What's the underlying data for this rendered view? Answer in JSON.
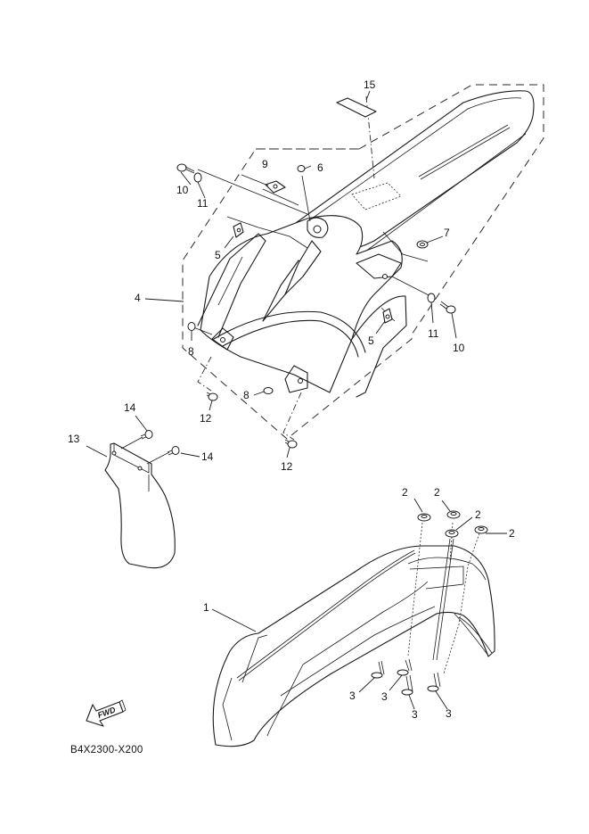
{
  "diagram": {
    "code": "B4X2300-X200",
    "fwd_label": "FWD",
    "callouts": [
      {
        "id": "c15",
        "num": "15",
        "part": "label"
      },
      {
        "id": "c10a",
        "num": "10",
        "part": "bolt"
      },
      {
        "id": "c11a",
        "num": "11",
        "part": "washer"
      },
      {
        "id": "c9",
        "num": "9",
        "part": "nut plate"
      },
      {
        "id": "c6",
        "num": "6",
        "part": "nut"
      },
      {
        "id": "c5a",
        "num": "5",
        "part": "nut"
      },
      {
        "id": "c4",
        "num": "4",
        "part": "rear fender"
      },
      {
        "id": "c7",
        "num": "7",
        "part": "washer"
      },
      {
        "id": "c11b",
        "num": "11",
        "part": "washer"
      },
      {
        "id": "c10b",
        "num": "10",
        "part": "bolt"
      },
      {
        "id": "c5b",
        "num": "5",
        "part": "nut"
      },
      {
        "id": "c8a",
        "num": "8",
        "part": "washer"
      },
      {
        "id": "c8b",
        "num": "8",
        "part": "washer"
      },
      {
        "id": "c12a",
        "num": "12",
        "part": "bolt"
      },
      {
        "id": "c12b",
        "num": "12",
        "part": "bolt"
      },
      {
        "id": "c14a",
        "num": "14",
        "part": "screw"
      },
      {
        "id": "c13",
        "num": "13",
        "part": "mud flap"
      },
      {
        "id": "c14b",
        "num": "14",
        "part": "screw"
      },
      {
        "id": "c2a",
        "num": "2",
        "part": "collar"
      },
      {
        "id": "c2b",
        "num": "2",
        "part": "collar"
      },
      {
        "id": "c2c",
        "num": "2",
        "part": "collar"
      },
      {
        "id": "c2d",
        "num": "2",
        "part": "collar"
      },
      {
        "id": "c1",
        "num": "1",
        "part": "front fender"
      },
      {
        "id": "c3a",
        "num": "3",
        "part": "bolt"
      },
      {
        "id": "c3b",
        "num": "3",
        "part": "bolt"
      },
      {
        "id": "c3c",
        "num": "3",
        "part": "bolt"
      },
      {
        "id": "c3d",
        "num": "3",
        "part": "bolt"
      }
    ]
  }
}
